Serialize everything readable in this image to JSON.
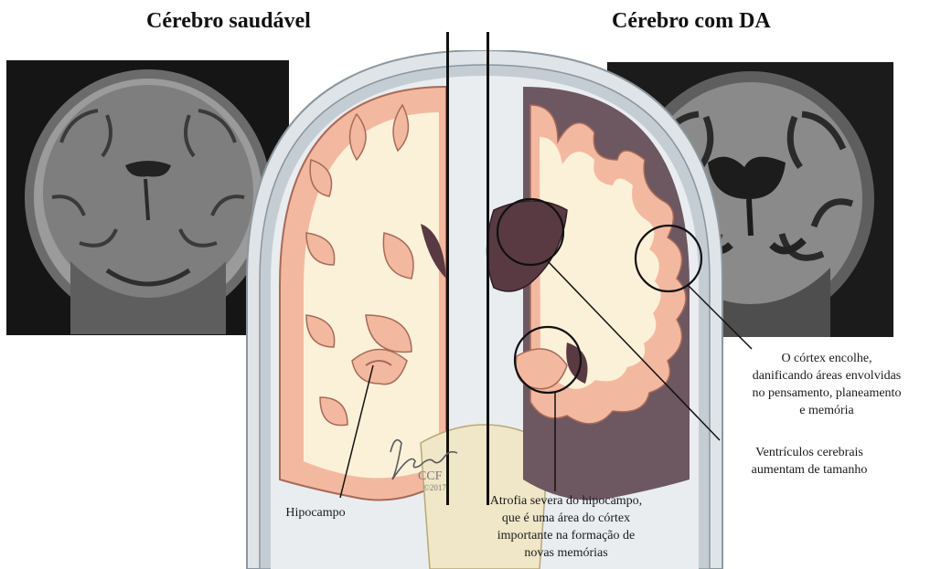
{
  "titles": {
    "left": "Cérebro saudável",
    "right": "Cérebro com DA"
  },
  "annotations": {
    "hipocampo": "Hipocampo",
    "cortex": "O córtex encolhe,\ndanificando áreas envolvidas\nno pensamento, planeamento\ne memória",
    "ventriculos": "Ventrículos cerebrais\naumentam de tamanho",
    "atrofia": "Atrofia severa do hipocampo,\nque é uma área do córtex\nimportante na formação de\nnovas memórias"
  },
  "signature": {
    "name": "Jkamasz",
    "org": "CCF",
    "year": "©2017"
  },
  "colors": {
    "skull": "#cfd6dc",
    "cortex": "#f3b9a0",
    "white_matter": "#fbf1d8",
    "ventricle": "#5a3a42",
    "atrophy_space": "#6d5760",
    "mri_dark": "#1a1a1a"
  }
}
